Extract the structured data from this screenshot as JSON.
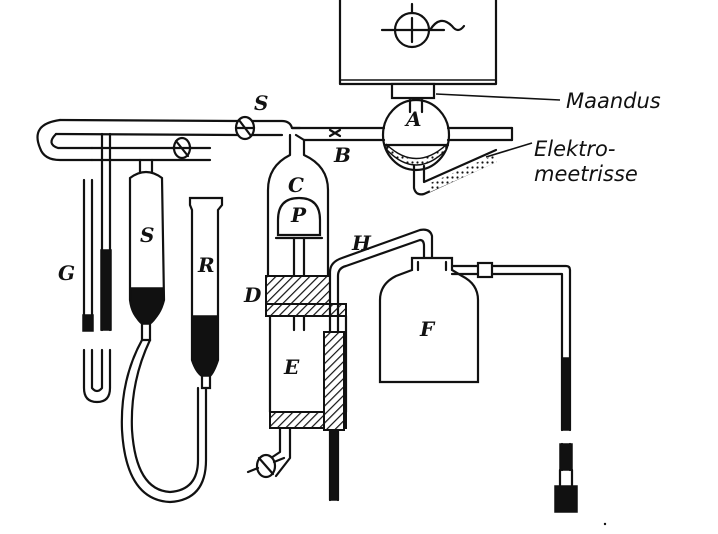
{
  "labels": {
    "A": "A",
    "B": "B",
    "C": "C",
    "D": "D",
    "E": "E",
    "F": "F",
    "G": "G",
    "H": "H",
    "P": "P",
    "R": "R",
    "S_valve": "S",
    "S_vessel": "S"
  },
  "callouts": {
    "maandus": "Maandus",
    "elektromeetrisse_line1": "Elektro-",
    "elektromeetrisse_line2": "meetrisse"
  },
  "colors": {
    "ink": "#111111",
    "paper": "#ffffff"
  }
}
